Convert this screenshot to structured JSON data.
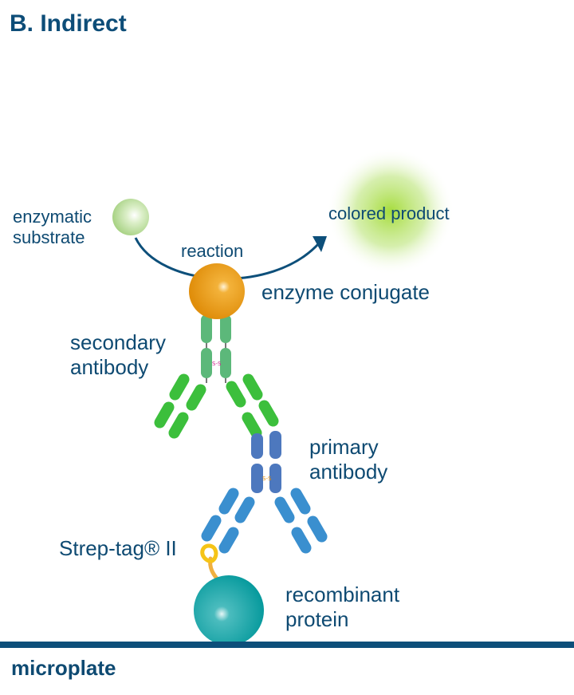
{
  "title": "B. Indirect",
  "labels": {
    "enzymatic_substrate": [
      "enzymatic",
      "substrate"
    ],
    "reaction": "reaction",
    "colored_product": "colored product",
    "enzyme_conjugate": "enzyme conjugate",
    "secondary_antibody": [
      "secondary",
      "antibody"
    ],
    "primary_antibody": [
      "primary",
      "antibody"
    ],
    "strep_tag": "Strep-tag® II",
    "recombinant_protein": [
      "recombinant",
      "protein"
    ],
    "microplate": "microplate"
  },
  "colors": {
    "text": "#0e4a72",
    "plate": "#0d4f7a",
    "enzyme": "#e89a12",
    "secondary_antibody_stem": "#5cb87a",
    "secondary_antibody_arms": "#3cbf3c",
    "primary_antibody_stem": "#4d78be",
    "primary_antibody_arms": "#3a8fcf",
    "strep_tag": "#f5c417",
    "protein": "#0aa3a6",
    "colored_product": "#a6dc3c",
    "substrate": "#b9dc9a"
  }
}
